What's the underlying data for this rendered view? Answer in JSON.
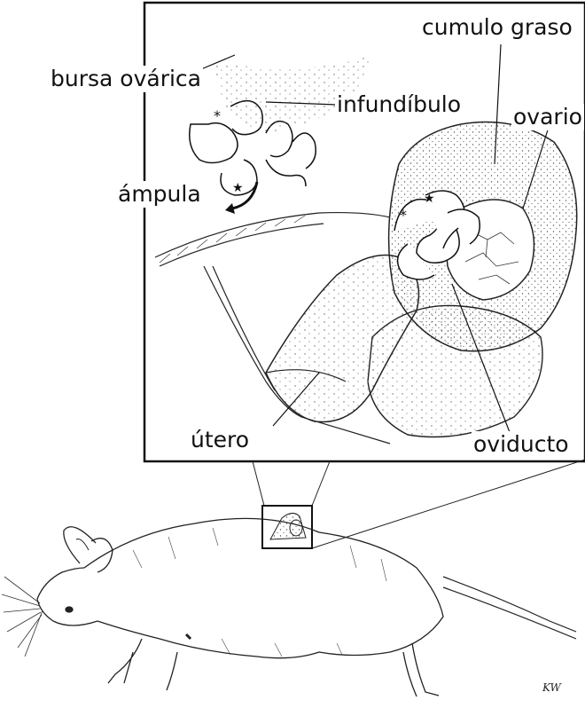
{
  "labels": {
    "bursa": "bursa ovárica",
    "infundibulo": "infundíbulo",
    "cumulo": "cumulo graso",
    "ovario": "ovario",
    "ampula": "ámpula",
    "utero": "útero",
    "oviducto": "oviducto"
  },
  "signature": "KW"
}
